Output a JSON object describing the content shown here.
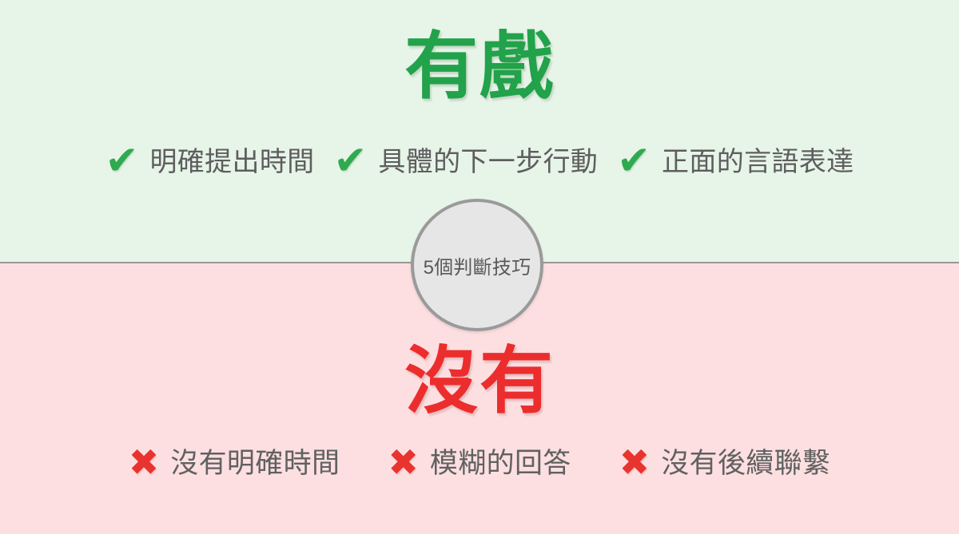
{
  "layout": {
    "divider_color": "#8a8480"
  },
  "positive": {
    "background_color": "#e7f4e8",
    "title": "有戲",
    "title_color": "#22a24a",
    "mark_icon": "✔",
    "mark_color": "#2faa4e",
    "items": [
      {
        "mark": "✔",
        "label": "明確提出時間"
      },
      {
        "mark": "✔",
        "label": "具體的下一步行動"
      },
      {
        "mark": "✔",
        "label": "正面的言語表達"
      }
    ]
  },
  "negative": {
    "background_color": "#fddfe1",
    "title": "沒有",
    "title_color": "#ec2d2d",
    "mark_icon": "✖",
    "mark_color": "#e8332e",
    "items": [
      {
        "mark": "✖",
        "label": "沒有明確時間"
      },
      {
        "mark": "✖",
        "label": "模糊的回答"
      },
      {
        "mark": "✖",
        "label": "沒有後續聯繫"
      }
    ]
  },
  "center_badge": {
    "label": "5個判斷技巧",
    "fill_color": "#e6e6e6",
    "border_color": "#9a9a9a"
  }
}
